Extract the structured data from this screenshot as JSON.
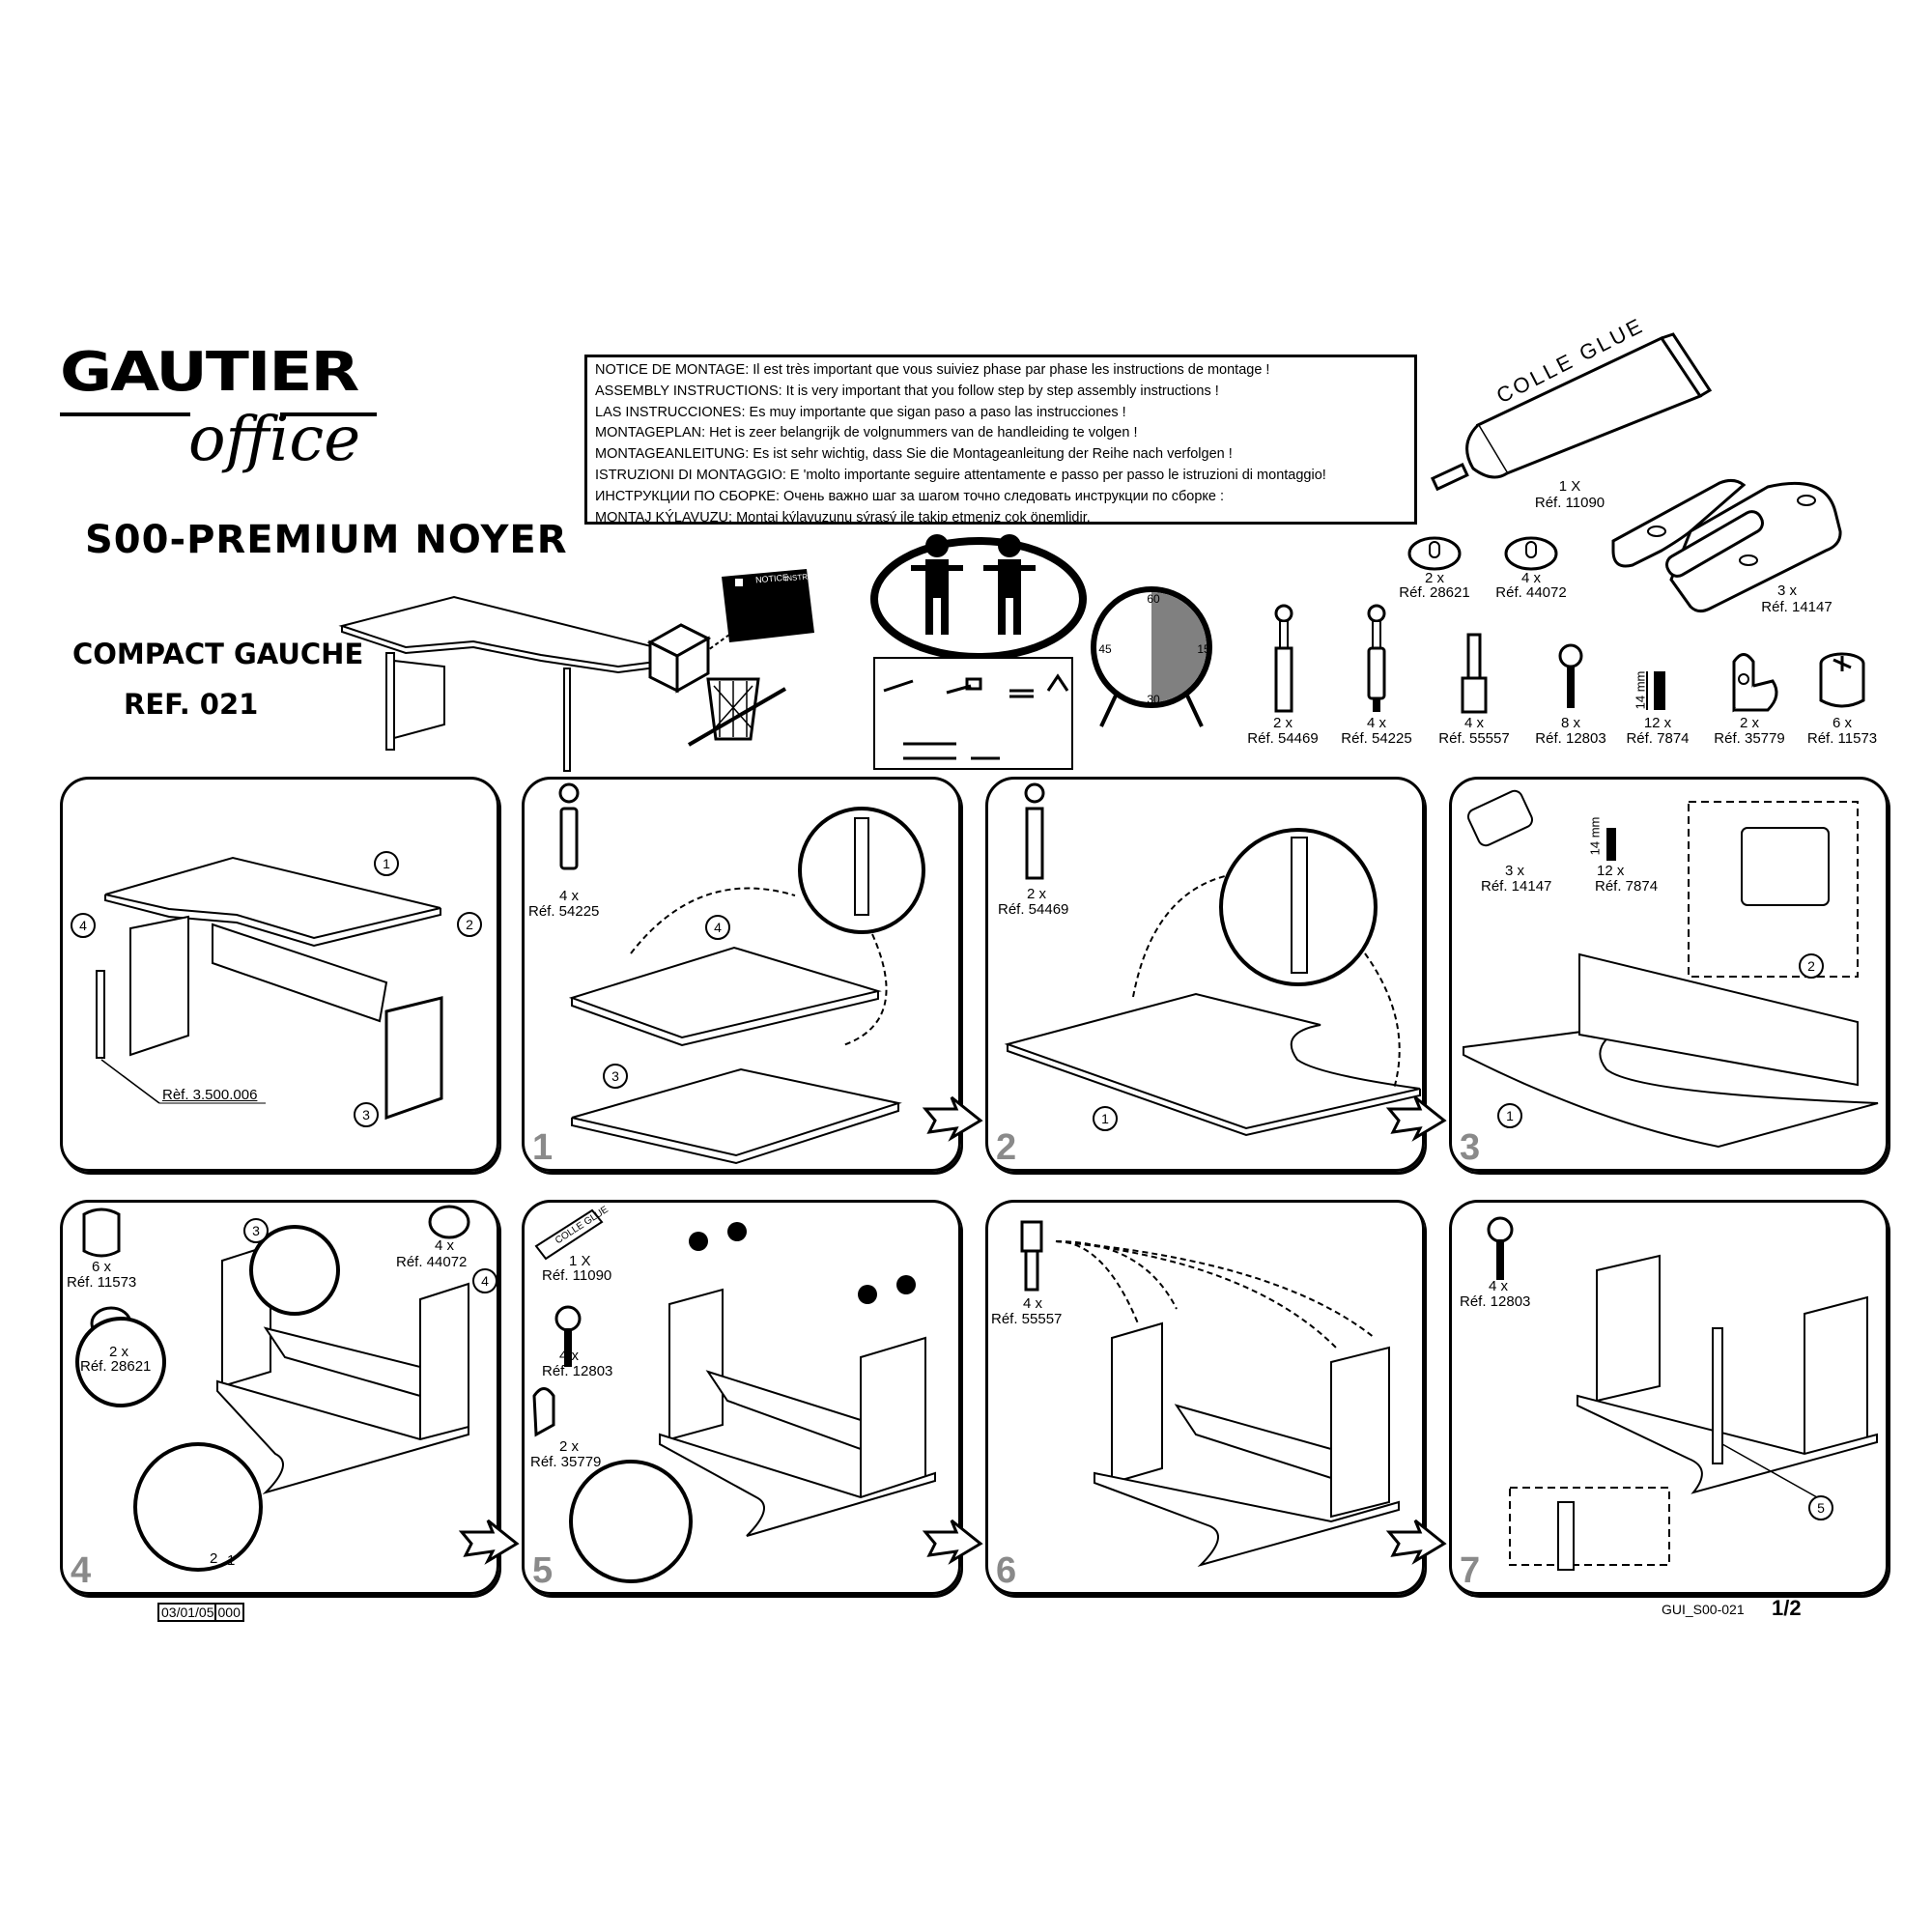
{
  "brand": {
    "name": "GAUTIER",
    "sub": "office"
  },
  "product": {
    "title": "S00-PREMIUM NOYER",
    "model": "COMPACT GAUCHE",
    "ref": "REF. 021"
  },
  "notice": [
    "NOTICE DE MONTAGE: Il est très important que vous suiviez phase par phase les instructions de montage !",
    "ASSEMBLY INSTRUCTIONS: It is very important that you follow step by step assembly instructions !",
    "LAS INSTRUCCIONES: Es muy importante que sigan paso a paso las instrucciones !",
    "MONTAGEPLAN: Het is zeer belangrijk de volgnummers van de handleiding te volgen !",
    "MONTAGEANLEITUNG: Es ist sehr wichtig, dass Sie die Montageanleitung der Reihe nach verfolgen !",
    "ISTRUZIONI DI MONTAGGIO: E 'molto importante seguire attentamente e passo per passo le istruzioni di montaggio!",
    "ИНСТРУКЦИИ ПО СБОРКЕ: Очень важно шаг за шагом точно следовать инструкции по сборке :",
    "MONTAJ KÝLAVUZU: Montaj kýlavuzunu sýrasý ile takip etmeniz cok önemlidir."
  ],
  "glue": {
    "text": "COLLE GLUE",
    "qty": "1 X",
    "ref": "Réf. 11090"
  },
  "clock": {
    "t60": "60",
    "t15": "15",
    "t30": "30",
    "t45": "45",
    "fill_fraction": 0.5
  },
  "icons": {
    "notice_header": "NOTICE",
    "instructions": "INSTRUCTIONS"
  },
  "parts": [
    {
      "qty": "2 x",
      "ref": "Réf. 28621"
    },
    {
      "qty": "4 x",
      "ref": "Réf. 44072"
    },
    {
      "qty": "3 x",
      "ref": "Réf. 14147"
    },
    {
      "qty": "2 x",
      "ref": "Réf. 54469"
    },
    {
      "qty": "4 x",
      "ref": "Réf. 54225"
    },
    {
      "qty": "4 x",
      "ref": "Réf. 55557"
    },
    {
      "qty": "8 x",
      "ref": "Réf. 12803"
    },
    {
      "qty": "12 x",
      "ref": "Réf. 7874",
      "size": "14 mm"
    },
    {
      "qty": "2 x",
      "ref": "Réf. 35779"
    },
    {
      "qty": "6 x",
      "ref": "Réf. 11573"
    }
  ],
  "panels": {
    "overview": {
      "leg_ref": "Rèf. 3.500.006",
      "c1": "1",
      "c2": "2",
      "c3": "3",
      "c4": "4"
    },
    "s1": {
      "step": "1",
      "qty": "4 x",
      "ref": "Réf. 54225",
      "c4": "4",
      "c3": "3"
    },
    "s2": {
      "step": "2",
      "qty": "2 x",
      "ref": "Réf. 54469",
      "c1": "1"
    },
    "s3": {
      "step": "3",
      "hinge_qty": "3 x",
      "hinge_ref": "Réf. 14147",
      "screw_size": "14 mm",
      "screw_qty": "12 x",
      "screw_ref": "Réf. 7874",
      "c2": "2",
      "c1": "1"
    },
    "s4": {
      "step": "4",
      "a_qty": "6 x",
      "a_ref": "Réf. 11573",
      "b_qty": "2 x",
      "b_ref": "Réf. 28621",
      "c_qty": "4 x",
      "c_ref": "Réf. 44072",
      "c3": "3",
      "c4": "4",
      "n1": "1",
      "n2": "2"
    },
    "s5": {
      "step": "5",
      "glue_text": "COLLE GLUE",
      "a_qty": "1 X",
      "a_ref": "Réf. 11090",
      "b_qty": "4 x",
      "b_ref": "Réf. 12803",
      "c_qty": "2 x",
      "c_ref": "Réf. 35779"
    },
    "s6": {
      "step": "6",
      "qty": "4 x",
      "ref": "Réf. 55557"
    },
    "s7": {
      "step": "7",
      "qty": "4 x",
      "ref": "Réf. 12803",
      "c5": "5"
    }
  },
  "footer": {
    "date": "03/01/05",
    "rev": "000",
    "doc_code": "GUI_S00-021",
    "page": "1/2"
  },
  "colors": {
    "ink": "#000000",
    "step_gray": "#8a8a8a",
    "clock_fill": "#808080"
  }
}
